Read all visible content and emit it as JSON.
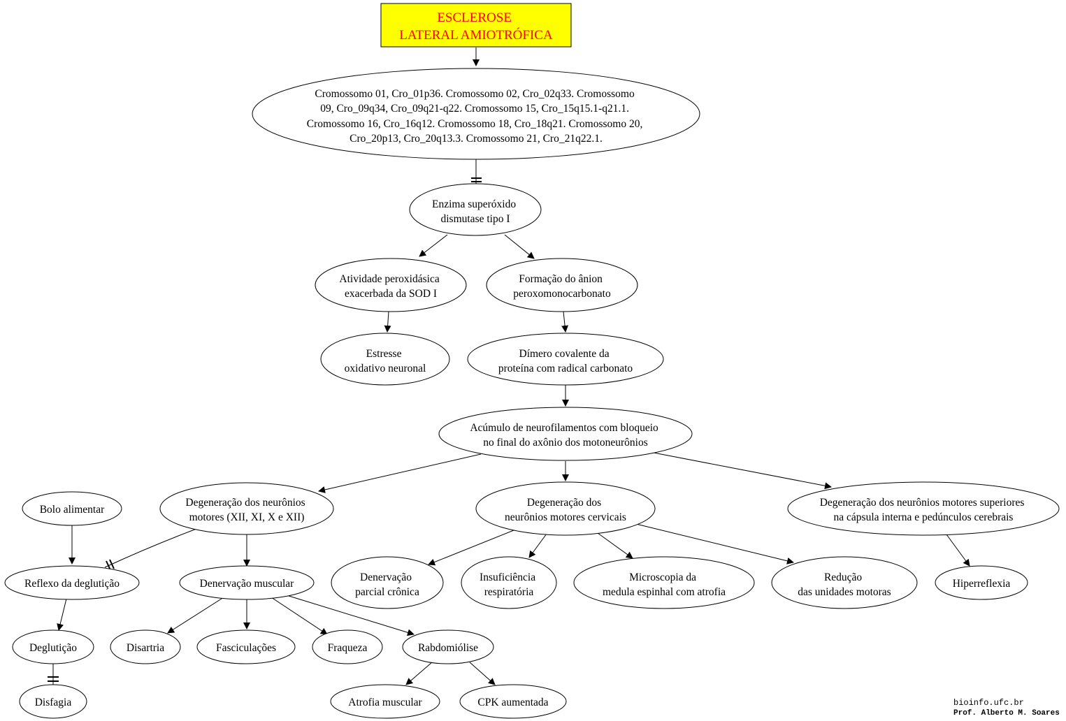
{
  "colors": {
    "title_fill": "#ffff00",
    "title_text": "#ff0000",
    "stroke": "#000000"
  },
  "nodes": {
    "title": {
      "lines": [
        "ESCLEROSE",
        "LATERAL AMIOTRÓFICA"
      ]
    },
    "chromosomes": {
      "lines": [
        "Cromossomo 01, Cro_01p36. Cromossomo 02, Cro_02q33. Cromossomo",
        "09, Cro_09q34, Cro_09q21-q22. Cromossomo 15, Cro_15q15.1-q21.1.",
        "Cromossomo 16, Cro_16q12. Cromossomo 18, Cro_18q21. Cromossomo 20,",
        "Cro_20p13, Cro_20q13.3. Cromossomo 21, Cro_21q22.1."
      ]
    },
    "enzyme": {
      "lines": [
        "Enzima superóxido",
        "dismutase tipo I"
      ]
    },
    "peroxidase": {
      "lines": [
        "Atividade peroxidásica",
        "exacerbada da SOD I"
      ]
    },
    "anion": {
      "lines": [
        "Formação do ânion",
        "peroxomonocarbonato"
      ]
    },
    "stress": {
      "lines": [
        "Estresse",
        "oxidativo neuronal"
      ]
    },
    "dimer": {
      "lines": [
        "Dímero covalente da",
        "proteína  com radical carbonato"
      ]
    },
    "accumulation": {
      "lines": [
        "Acúmulo de neurofilamentos com bloqueio",
        "no final do axônio dos motoneurônios"
      ]
    },
    "bolo": {
      "lines": [
        "Bolo alimentar"
      ]
    },
    "degen_motor": {
      "lines": [
        "Degeneração dos neurônios",
        "motores (XII, XI, X e XII)"
      ]
    },
    "degen_cervical": {
      "lines": [
        "Degeneração dos",
        "neurônios motores cervicais"
      ]
    },
    "degen_upper": {
      "lines": [
        "Degeneração dos neurônios motores superiores",
        "na cápsula interna e pedúnculos cerebrais"
      ]
    },
    "reflex": {
      "lines": [
        "Reflexo da deglutição"
      ]
    },
    "denervation": {
      "lines": [
        "Denervação muscular"
      ]
    },
    "partial": {
      "lines": [
        "Denervação",
        "parcial crônica"
      ]
    },
    "respiratory": {
      "lines": [
        "Insuficiência",
        "respiratória"
      ]
    },
    "microscopy": {
      "lines": [
        "Microscopia da",
        "medula espinhal com atrofia"
      ]
    },
    "reduction": {
      "lines": [
        "Redução",
        "das unidades motoras"
      ]
    },
    "hyperreflexia": {
      "lines": [
        "Hiperreflexia"
      ]
    },
    "swallowing": {
      "lines": [
        "Deglutição"
      ]
    },
    "dysarthria": {
      "lines": [
        "Disartria"
      ]
    },
    "fasciculations": {
      "lines": [
        "Fasciculações"
      ]
    },
    "weakness": {
      "lines": [
        "Fraqueza"
      ]
    },
    "rhabdo": {
      "lines": [
        "Rabdomiólise"
      ]
    },
    "dysphagia": {
      "lines": [
        "Disfagia"
      ]
    },
    "atrophy": {
      "lines": [
        "Atrofia muscular"
      ]
    },
    "cpk": {
      "lines": [
        "CPK aumentada"
      ]
    }
  },
  "footer": {
    "site": "bioinfo.ufc.br",
    "author": "Prof. Alberto M. Soares"
  }
}
